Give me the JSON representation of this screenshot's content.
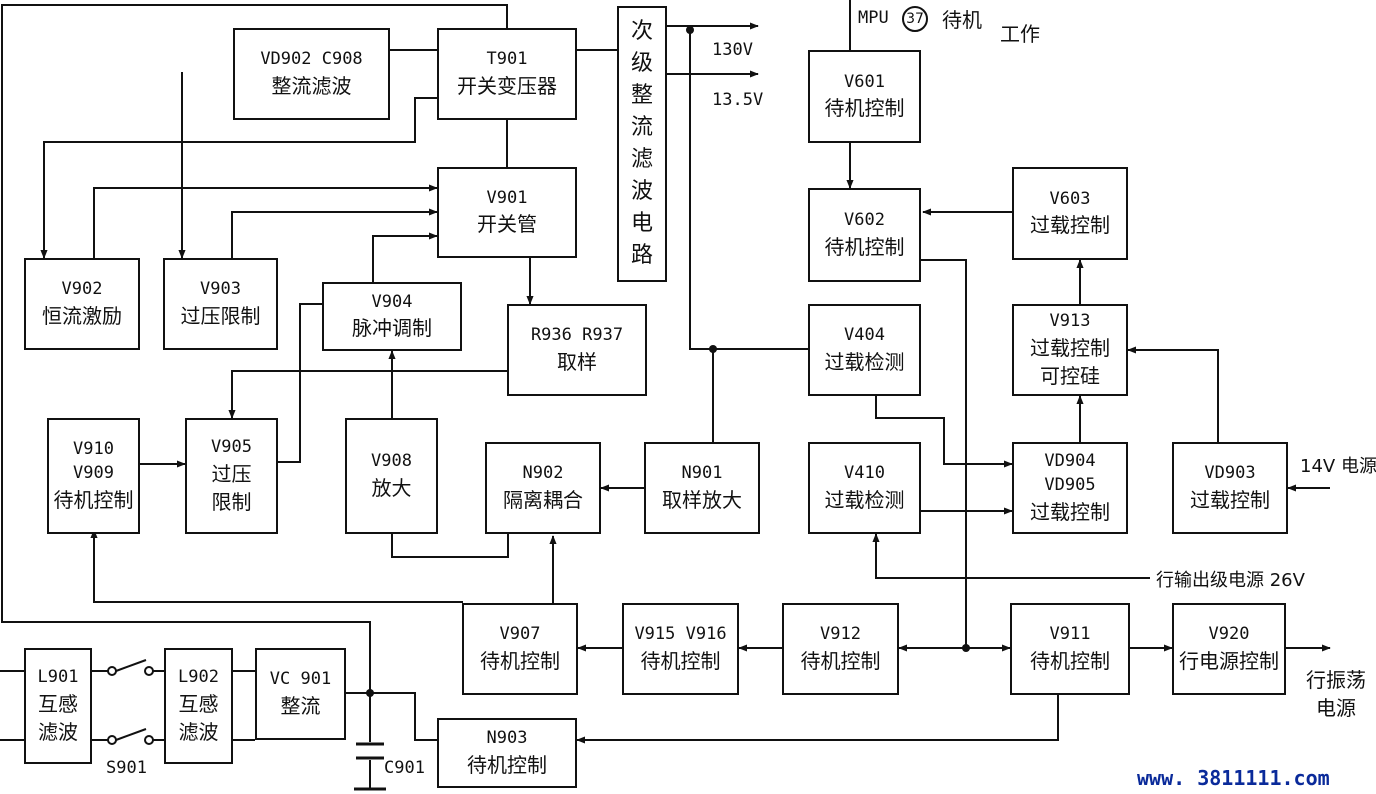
{
  "blocks": {
    "vd902": {
      "l1": "VD902  C908",
      "l2": "整流滤波"
    },
    "t901": {
      "l1": "T901",
      "l2": "开关变压器"
    },
    "v901": {
      "l1": "V901",
      "l2": "开关管"
    },
    "v902": {
      "l1": "V902",
      "l2": "恒流激励"
    },
    "v903": {
      "l1": "V903",
      "l2": "过压限制"
    },
    "v904": {
      "l1": "V904",
      "l2": "脉冲调制"
    },
    "r936": {
      "l1": "R936  R937",
      "l2": "取样"
    },
    "v910": {
      "l1": "V910",
      "l2": "V909",
      "l3": "待机控制"
    },
    "v905": {
      "l1": "V905",
      "l2": "过压",
      "l3": "限制"
    },
    "v908": {
      "l1": "V908",
      "l2": "放大"
    },
    "n902": {
      "l1": "N902",
      "l2": "隔离耦合"
    },
    "n901": {
      "l1": "N901",
      "l2": "取样放大"
    },
    "v601": {
      "l1": "V601",
      "l2": "待机控制"
    },
    "v602": {
      "l1": "V602",
      "l2": "待机控制"
    },
    "v603": {
      "l1": "V603",
      "l2": "过载控制"
    },
    "v913": {
      "l1": "V913",
      "l2": "过载控制",
      "l3": "可控硅"
    },
    "v404": {
      "l1": "V404",
      "l2": "过载检测"
    },
    "v410": {
      "l1": "V410",
      "l2": "过载检测"
    },
    "vd904": {
      "l1": "VD904",
      "l2": "VD905",
      "l3": "过载控制"
    },
    "vd903": {
      "l1": "VD903",
      "l2": "过载控制"
    },
    "v907": {
      "l1": "V907",
      "l2": "待机控制"
    },
    "v915": {
      "l1": "V915  V916",
      "l2": "待机控制"
    },
    "v912": {
      "l1": "V912",
      "l2": "待机控制"
    },
    "v911": {
      "l1": "V911",
      "l2": "待机控制"
    },
    "v920": {
      "l1": "V920",
      "l2": "行电源控制"
    },
    "l901": {
      "l1": "L901",
      "l2": "互感",
      "l3": "滤波"
    },
    "l902": {
      "l1": "L902",
      "l2": "互感",
      "l3": "滤波"
    },
    "vc901": {
      "l1": "VC  901",
      "l2": "整流"
    },
    "n903": {
      "l1": "N903",
      "l2": "待机控制"
    }
  },
  "secondary_chars": [
    "次",
    "级",
    "整",
    "流",
    "滤",
    "波",
    "电",
    "路"
  ],
  "labels": {
    "v130": "130V",
    "v135": "13.5V",
    "mpu": "MPU",
    "pin": "37",
    "standby": "待机",
    "work": "工作",
    "v14": "14V 电源",
    "line_out": "行输出级电源 26V",
    "line_osc_1": "行振荡",
    "line_osc_2": "电源",
    "s901": "S901",
    "c901": "C901",
    "watermark": "www. 3811111.com"
  }
}
